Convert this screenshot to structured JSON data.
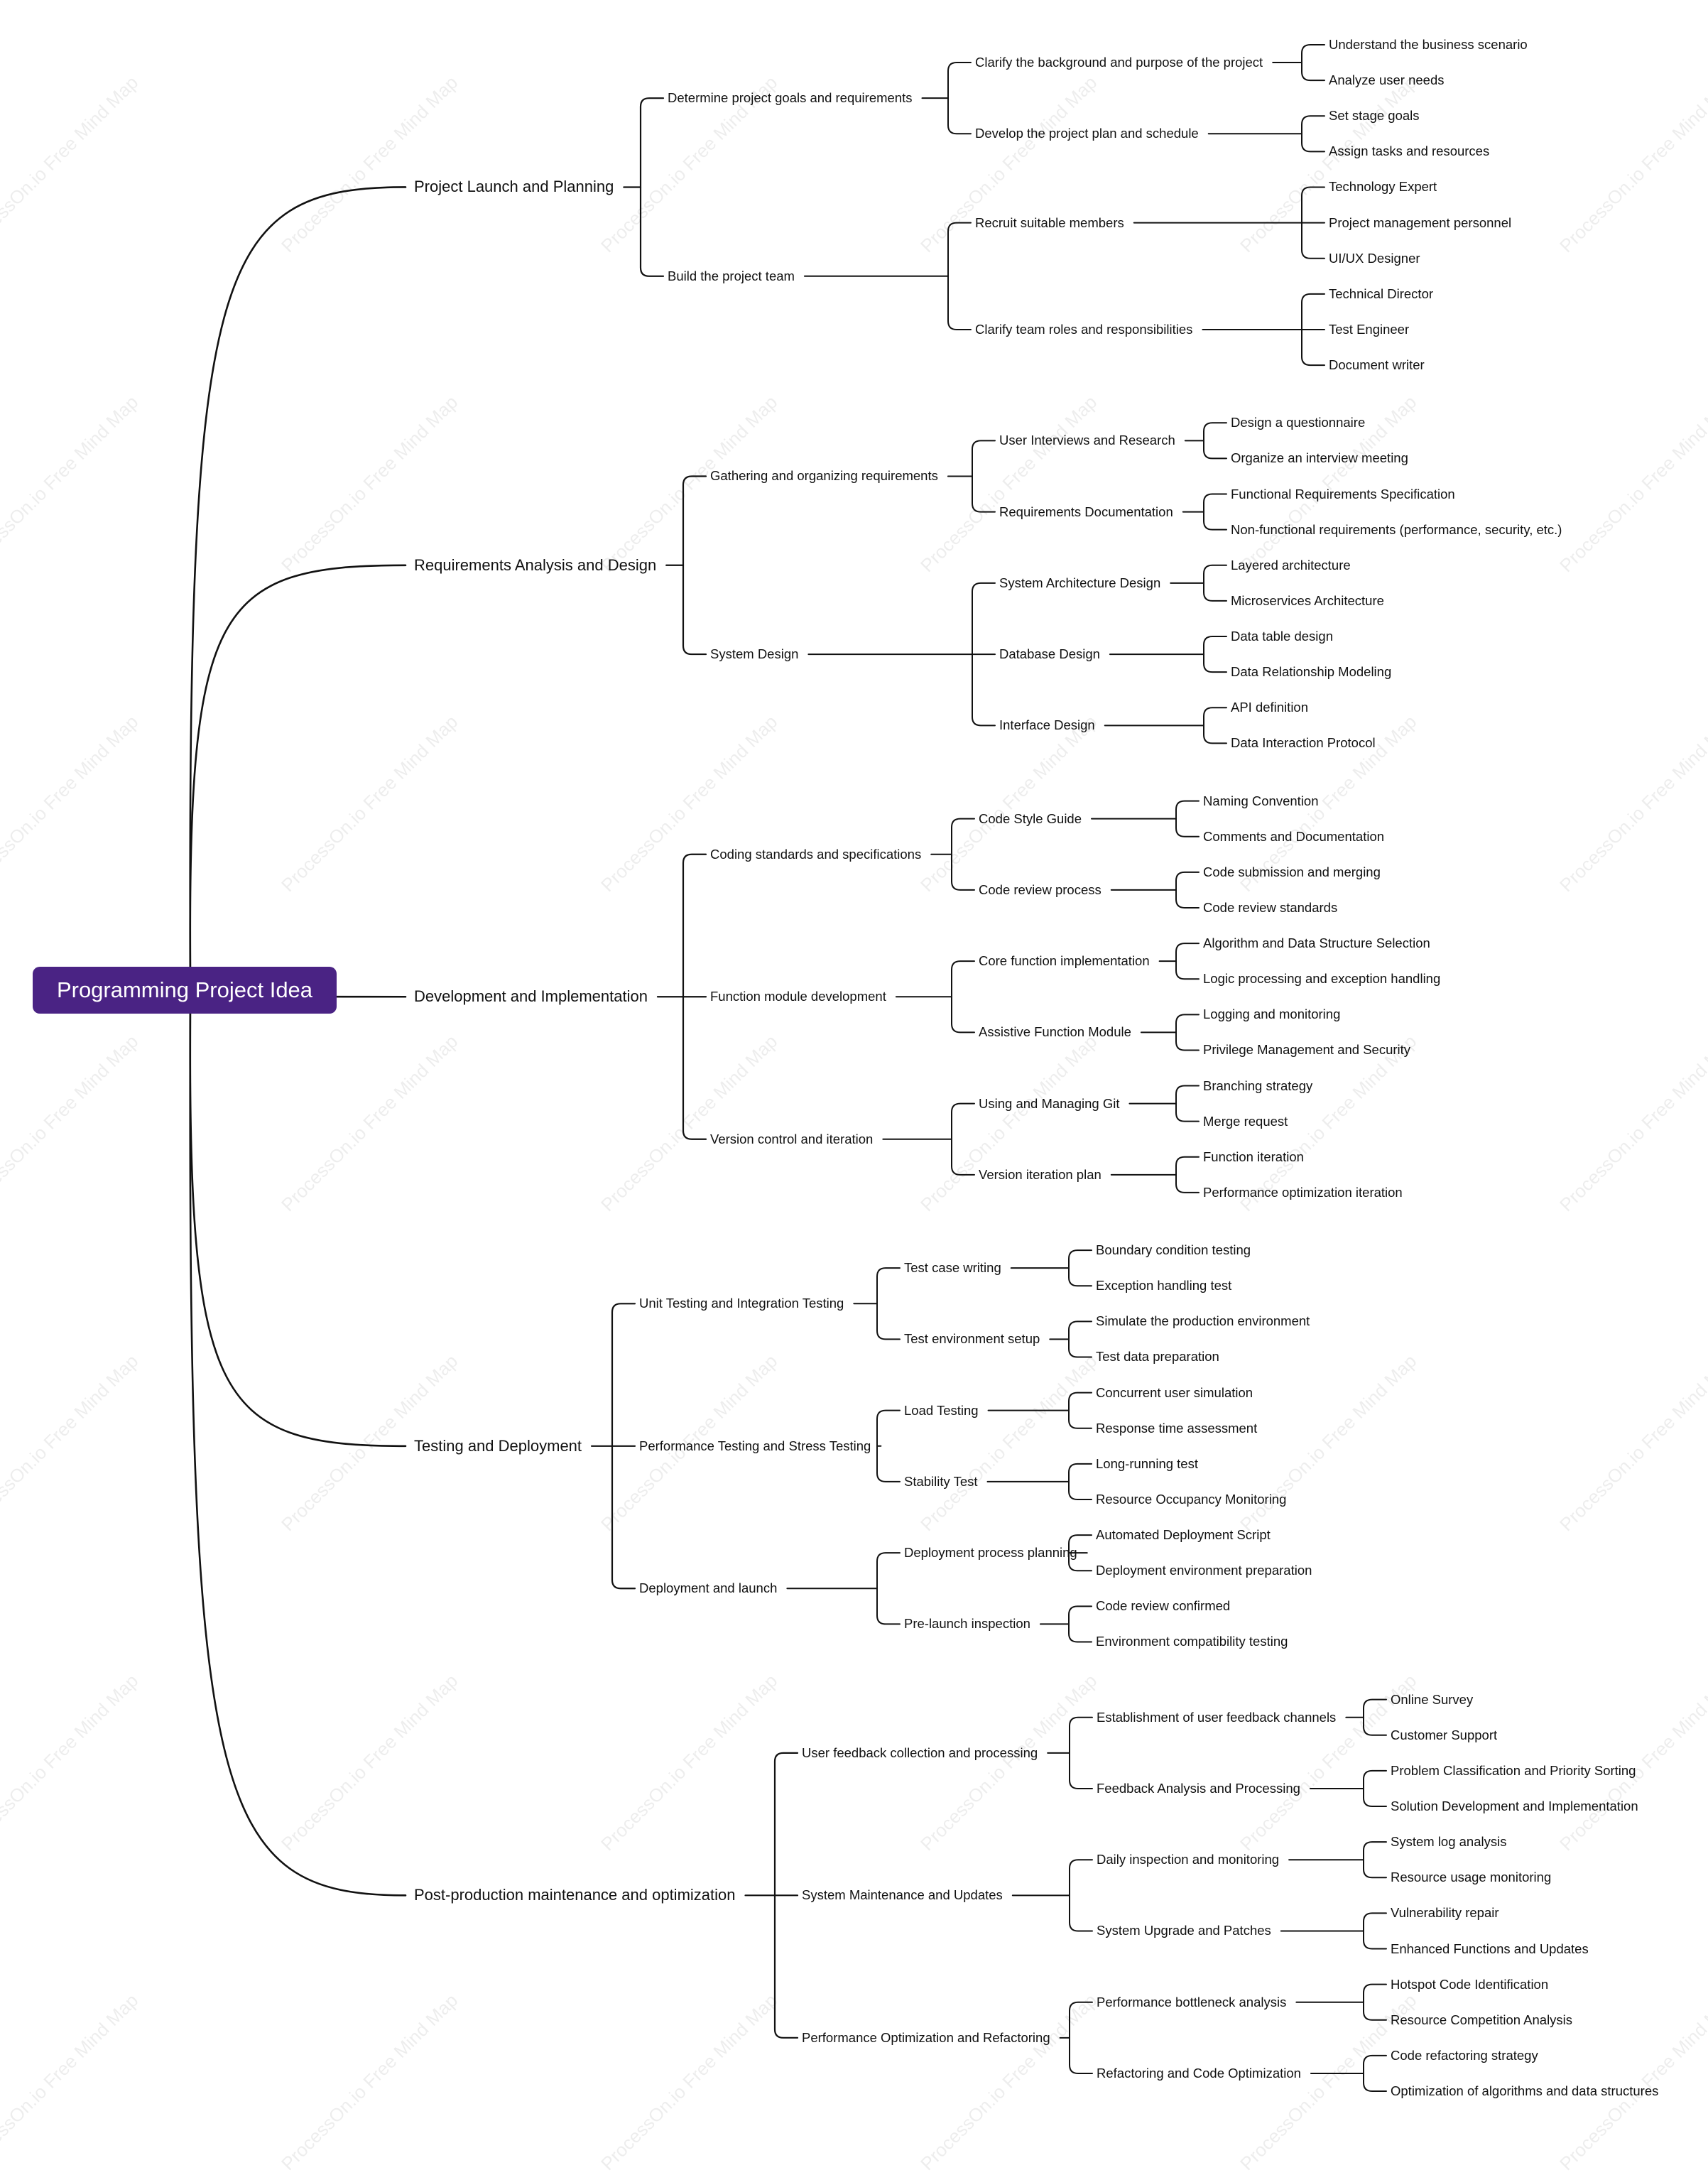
{
  "watermark": "ProcessOn.io Free Mind Map",
  "colors": {
    "root_fill": "#4a2384",
    "root_text": "#ffffff",
    "line": "#111111"
  },
  "root": {
    "label": "Programming Project Idea",
    "children": [
      {
        "label": "Project Launch and Planning",
        "children": [
          {
            "label": "Determine project goals and requirements",
            "children": [
              {
                "label": "Clarify the background and purpose of the project",
                "children": [
                  {
                    "label": "Understand the business scenario"
                  },
                  {
                    "label": "Analyze user needs"
                  }
                ]
              },
              {
                "label": "Develop the project plan and schedule",
                "children": [
                  {
                    "label": "Set stage goals"
                  },
                  {
                    "label": "Assign tasks and resources"
                  }
                ]
              }
            ]
          },
          {
            "label": "Build the project team",
            "children": [
              {
                "label": "Recruit suitable members",
                "children": [
                  {
                    "label": "Technology Expert"
                  },
                  {
                    "label": "Project management personnel"
                  },
                  {
                    "label": "UI/UX Designer"
                  }
                ]
              },
              {
                "label": "Clarify team roles and responsibilities",
                "children": [
                  {
                    "label": "Technical Director"
                  },
                  {
                    "label": "Test Engineer"
                  },
                  {
                    "label": "Document writer"
                  }
                ]
              }
            ]
          }
        ]
      },
      {
        "label": "Requirements Analysis and Design",
        "children": [
          {
            "label": "Gathering and organizing requirements",
            "children": [
              {
                "label": "User Interviews and Research",
                "children": [
                  {
                    "label": "Design a questionnaire"
                  },
                  {
                    "label": "Organize an interview meeting"
                  }
                ]
              },
              {
                "label": "Requirements Documentation",
                "children": [
                  {
                    "label": "Functional Requirements Specification"
                  },
                  {
                    "label": "Non-functional requirements (performance, security, etc.)"
                  }
                ]
              }
            ]
          },
          {
            "label": "System Design",
            "children": [
              {
                "label": "System Architecture Design",
                "children": [
                  {
                    "label": "Layered architecture"
                  },
                  {
                    "label": "Microservices Architecture"
                  }
                ]
              },
              {
                "label": "Database Design",
                "children": [
                  {
                    "label": "Data table design"
                  },
                  {
                    "label": "Data Relationship Modeling"
                  }
                ]
              },
              {
                "label": "Interface Design",
                "children": [
                  {
                    "label": "API definition"
                  },
                  {
                    "label": "Data Interaction Protocol"
                  }
                ]
              }
            ]
          }
        ]
      },
      {
        "label": "Development and Implementation",
        "children": [
          {
            "label": "Coding standards and specifications",
            "children": [
              {
                "label": "Code Style Guide",
                "children": [
                  {
                    "label": "Naming Convention"
                  },
                  {
                    "label": "Comments and Documentation"
                  }
                ]
              },
              {
                "label": "Code review process",
                "children": [
                  {
                    "label": "Code submission and merging"
                  },
                  {
                    "label": "Code review standards"
                  }
                ]
              }
            ]
          },
          {
            "label": "Function module development",
            "children": [
              {
                "label": "Core function implementation",
                "children": [
                  {
                    "label": "Algorithm and Data Structure Selection"
                  },
                  {
                    "label": "Logic processing and exception handling"
                  }
                ]
              },
              {
                "label": "Assistive Function Module",
                "children": [
                  {
                    "label": "Logging and monitoring"
                  },
                  {
                    "label": "Privilege Management and Security"
                  }
                ]
              }
            ]
          },
          {
            "label": "Version control and iteration",
            "children": [
              {
                "label": "Using and Managing Git",
                "children": [
                  {
                    "label": "Branching strategy"
                  },
                  {
                    "label": "Merge request"
                  }
                ]
              },
              {
                "label": "Version iteration plan",
                "children": [
                  {
                    "label": "Function iteration"
                  },
                  {
                    "label": "Performance optimization iteration"
                  }
                ]
              }
            ]
          }
        ]
      },
      {
        "label": "Testing and Deployment",
        "children": [
          {
            "label": "Unit Testing and Integration Testing",
            "children": [
              {
                "label": "Test case writing",
                "children": [
                  {
                    "label": "Boundary condition testing"
                  },
                  {
                    "label": "Exception handling test"
                  }
                ]
              },
              {
                "label": "Test environment setup",
                "children": [
                  {
                    "label": "Simulate the production environment"
                  },
                  {
                    "label": "Test data preparation"
                  }
                ]
              }
            ]
          },
          {
            "label": "Performance Testing and Stress Testing",
            "children": [
              {
                "label": "Load Testing",
                "children": [
                  {
                    "label": "Concurrent user simulation"
                  },
                  {
                    "label": "Response time assessment"
                  }
                ]
              },
              {
                "label": "Stability Test",
                "children": [
                  {
                    "label": "Long-running test"
                  },
                  {
                    "label": "Resource Occupancy Monitoring"
                  }
                ]
              }
            ]
          },
          {
            "label": "Deployment and launch",
            "children": [
              {
                "label": "Deployment process planning",
                "children": [
                  {
                    "label": "Automated Deployment Script"
                  },
                  {
                    "label": "Deployment environment preparation"
                  }
                ]
              },
              {
                "label": "Pre-launch inspection",
                "children": [
                  {
                    "label": "Code review confirmed"
                  },
                  {
                    "label": "Environment compatibility testing"
                  }
                ]
              }
            ]
          }
        ]
      },
      {
        "label": "Post-production maintenance and optimization",
        "children": [
          {
            "label": "User feedback collection and processing",
            "children": [
              {
                "label": "Establishment of user feedback channels",
                "children": [
                  {
                    "label": "Online Survey"
                  },
                  {
                    "label": "Customer Support"
                  }
                ]
              },
              {
                "label": "Feedback Analysis and Processing",
                "children": [
                  {
                    "label": "Problem Classification and Priority Sorting"
                  },
                  {
                    "label": "Solution Development and Implementation"
                  }
                ]
              }
            ]
          },
          {
            "label": "System Maintenance and Updates",
            "children": [
              {
                "label": "Daily inspection and monitoring",
                "children": [
                  {
                    "label": "System log analysis"
                  },
                  {
                    "label": "Resource usage monitoring"
                  }
                ]
              },
              {
                "label": "System Upgrade and Patches",
                "children": [
                  {
                    "label": "Vulnerability repair"
                  },
                  {
                    "label": "Enhanced Functions and Updates"
                  }
                ]
              }
            ]
          },
          {
            "label": "Performance Optimization and Refactoring",
            "children": [
              {
                "label": "Performance bottleneck analysis",
                "children": [
                  {
                    "label": "Hotspot Code Identification"
                  },
                  {
                    "label": "Resource Competition Analysis"
                  }
                ]
              },
              {
                "label": "Refactoring and Code Optimization",
                "children": [
                  {
                    "label": "Code refactoring strategy"
                  },
                  {
                    "label": "Optimization of algorithms and data structures"
                  }
                ]
              }
            ]
          }
        ]
      }
    ]
  }
}
